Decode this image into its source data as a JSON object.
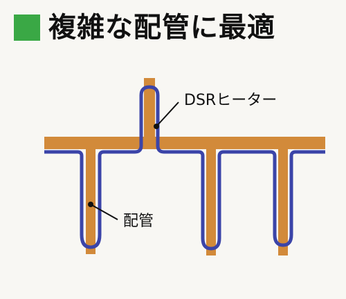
{
  "header": {
    "title": "複雑な配管に最適",
    "marker_color": "#3aa845"
  },
  "diagram": {
    "labels": {
      "heater": "DSRヒーター",
      "pipe": "配管"
    },
    "colors": {
      "pipe": "#d28a3a",
      "heater": "#3b44a8",
      "leader": "#111111"
    }
  }
}
